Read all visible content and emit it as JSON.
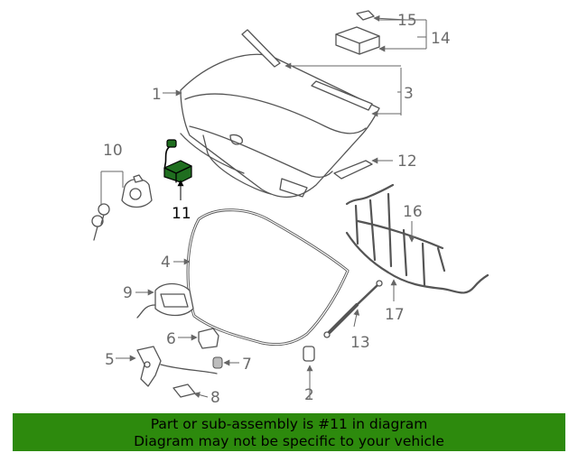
{
  "callouts": {
    "c1": "1",
    "c2": "2",
    "c3": "3",
    "c4": "4",
    "c5": "5",
    "c6": "6",
    "c7": "7",
    "c8": "8",
    "c9": "9",
    "c10": "10",
    "c11": "11",
    "c12": "12",
    "c13": "13",
    "c14": "14",
    "c15": "15",
    "c16": "16",
    "c17": "17"
  },
  "highlight": {
    "part_number": "11",
    "color": "#1f6e1f"
  },
  "banner": {
    "line1": "Part or sub-assembly is #11 in diagram",
    "line2": "Diagram may not be specific to your vehicle",
    "background": "#2d8a0d"
  }
}
